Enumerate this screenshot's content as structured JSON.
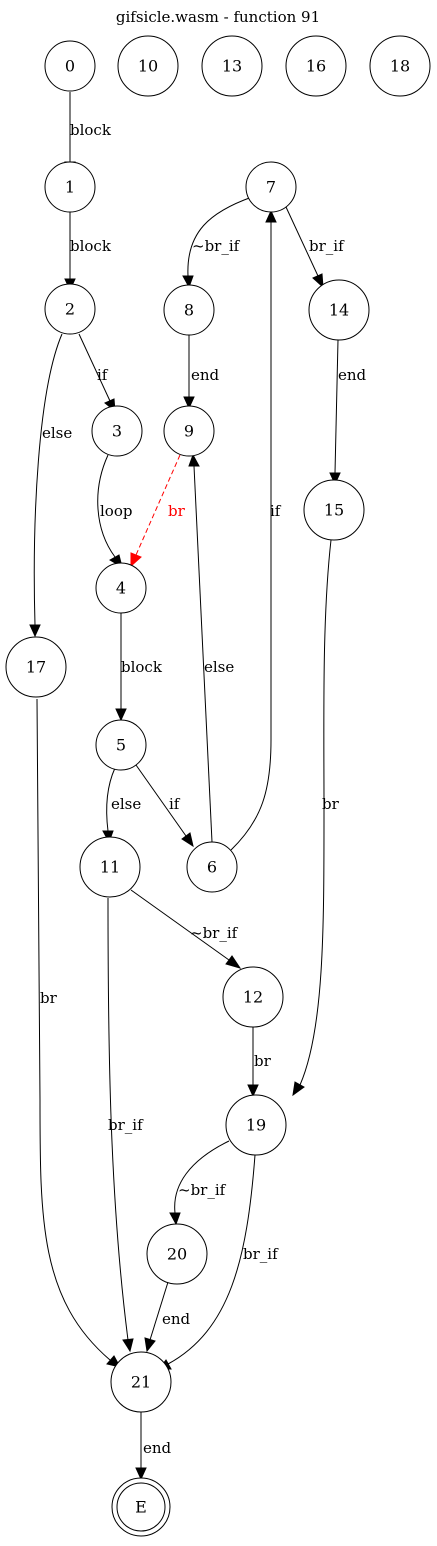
{
  "title": "gifsicle.wasm - function 91",
  "nodes": [
    {
      "id": "n0",
      "label": "0"
    },
    {
      "id": "n10",
      "label": "10"
    },
    {
      "id": "n13",
      "label": "13"
    },
    {
      "id": "n16",
      "label": "16"
    },
    {
      "id": "n18",
      "label": "18"
    },
    {
      "id": "n1",
      "label": "1"
    },
    {
      "id": "n7",
      "label": "7"
    },
    {
      "id": "n2",
      "label": "2"
    },
    {
      "id": "n8",
      "label": "8"
    },
    {
      "id": "n14",
      "label": "14"
    },
    {
      "id": "n3",
      "label": "3"
    },
    {
      "id": "n9",
      "label": "9"
    },
    {
      "id": "n15",
      "label": "15"
    },
    {
      "id": "n4",
      "label": "4"
    },
    {
      "id": "n17",
      "label": "17"
    },
    {
      "id": "n5",
      "label": "5"
    },
    {
      "id": "n11",
      "label": "11"
    },
    {
      "id": "n6",
      "label": "6"
    },
    {
      "id": "n12",
      "label": "12"
    },
    {
      "id": "n19",
      "label": "19"
    },
    {
      "id": "n20",
      "label": "20"
    },
    {
      "id": "n21",
      "label": "21"
    },
    {
      "id": "nE",
      "label": "E"
    }
  ],
  "edges": [
    {
      "from": "0",
      "to": "1",
      "label": "block"
    },
    {
      "from": "1",
      "to": "2",
      "label": "block"
    },
    {
      "from": "2",
      "to": "3",
      "label": "if"
    },
    {
      "from": "2",
      "to": "17",
      "label": "else"
    },
    {
      "from": "3",
      "to": "4",
      "label": "loop"
    },
    {
      "from": "9",
      "to": "4",
      "label": "br",
      "color": "#ff0000",
      "style": "dashed"
    },
    {
      "from": "4",
      "to": "5",
      "label": "block"
    },
    {
      "from": "5",
      "to": "11",
      "label": "else"
    },
    {
      "from": "5",
      "to": "6",
      "label": "if"
    },
    {
      "from": "6",
      "to": "9",
      "label": "else"
    },
    {
      "from": "6",
      "to": "7",
      "label": "if"
    },
    {
      "from": "7",
      "to": "8",
      "label": "~br_if"
    },
    {
      "from": "7",
      "to": "14",
      "label": "br_if"
    },
    {
      "from": "8",
      "to": "9",
      "label": "end"
    },
    {
      "from": "14",
      "to": "15",
      "label": "end"
    },
    {
      "from": "15",
      "to": "19",
      "label": "br"
    },
    {
      "from": "17",
      "to": "21",
      "label": "br"
    },
    {
      "from": "11",
      "to": "12",
      "label": "~br_if"
    },
    {
      "from": "11",
      "to": "21",
      "label": "br_if"
    },
    {
      "from": "12",
      "to": "19",
      "label": "br"
    },
    {
      "from": "19",
      "to": "20",
      "label": "~br_if"
    },
    {
      "from": "19",
      "to": "21",
      "label": "br_if"
    },
    {
      "from": "20",
      "to": "21",
      "label": "end"
    },
    {
      "from": "21",
      "to": "E",
      "label": "end"
    }
  ]
}
